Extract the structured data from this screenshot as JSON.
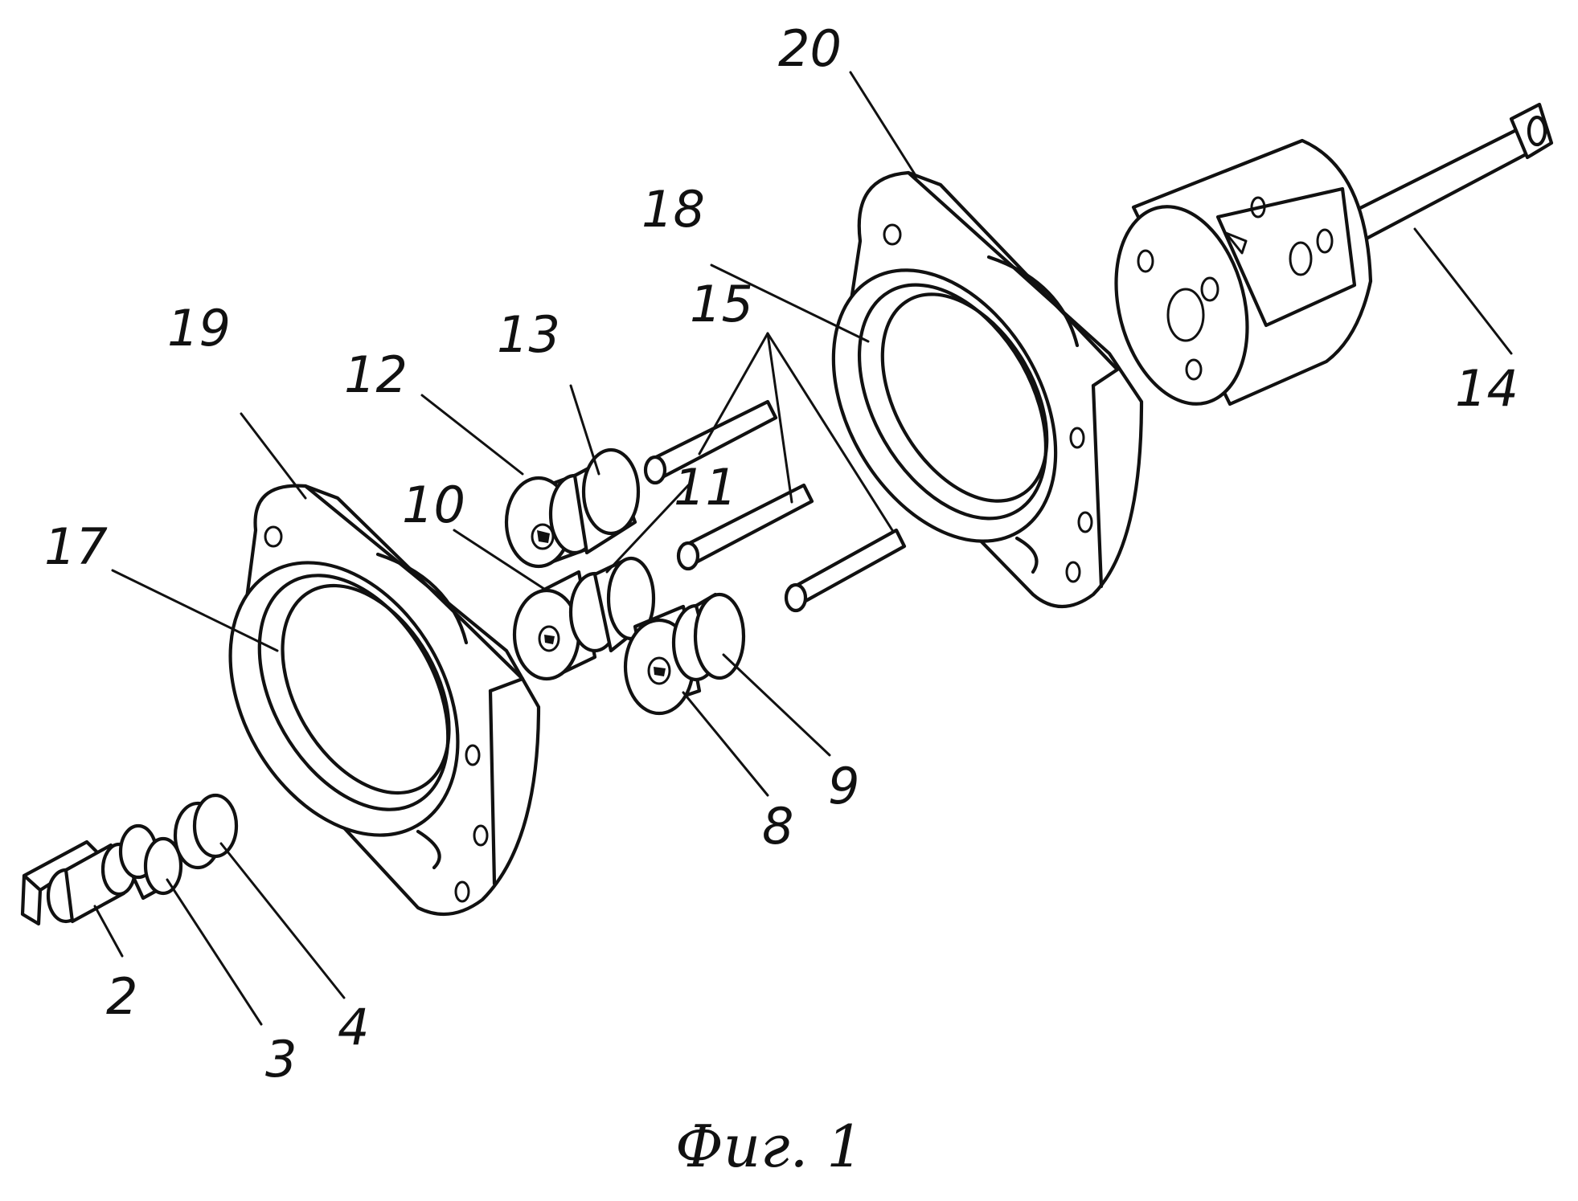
{
  "figure": {
    "caption": "Фиг. 1",
    "labels": {
      "p2": "2",
      "p3": "3",
      "p4": "4",
      "p8": "8",
      "p9": "9",
      "p10": "10",
      "p11": "11",
      "p12": "12",
      "p13": "13",
      "p14": "14",
      "p15": "15",
      "p17": "17",
      "p18": "18",
      "p19": "19",
      "p20": "20"
    }
  },
  "colors": {
    "ink": "#111111",
    "paper": "#ffffff"
  }
}
